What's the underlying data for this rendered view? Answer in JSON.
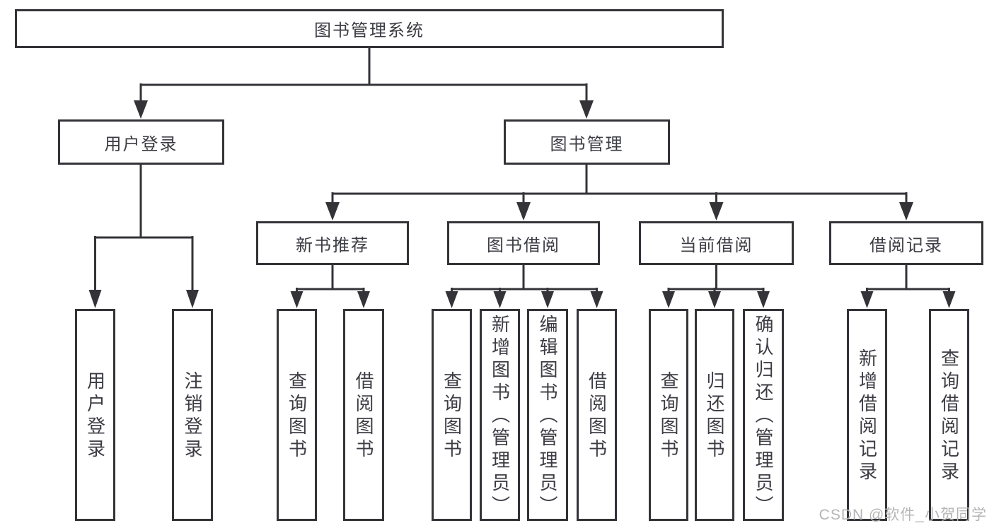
{
  "diagram": {
    "title_node": "图书管理系统",
    "level2": {
      "user_login": "用户登录",
      "book_mgmt": "图书管理"
    },
    "level3": {
      "new_book_rec": "新书推荐",
      "book_borrow": "图书借阅",
      "current_borrow": "当前借阅",
      "borrow_records": "借阅记录"
    },
    "leaves": {
      "user_login_leaf": "用户登录",
      "logout_leaf": "注销登录",
      "nbr_query": "查询图书",
      "nbr_borrow": "借阅图书",
      "bb_query": "查询图书",
      "bb_add": "新增图书（管理员）",
      "bb_edit": "编辑图书（管理员）",
      "bb_borrow": "借阅图书",
      "cb_query": "查询图书",
      "cb_return": "归还图书",
      "cb_confirm": "确认归还（管理员）",
      "br_add": "新增借阅记录",
      "br_query": "查询借阅记录"
    }
  },
  "watermark": "CSDN @软件_小贺同学",
  "colors": {
    "line": "#333338",
    "box_border": "#333338",
    "text": "#3c3c44",
    "watermark": "#b5b5b5"
  }
}
